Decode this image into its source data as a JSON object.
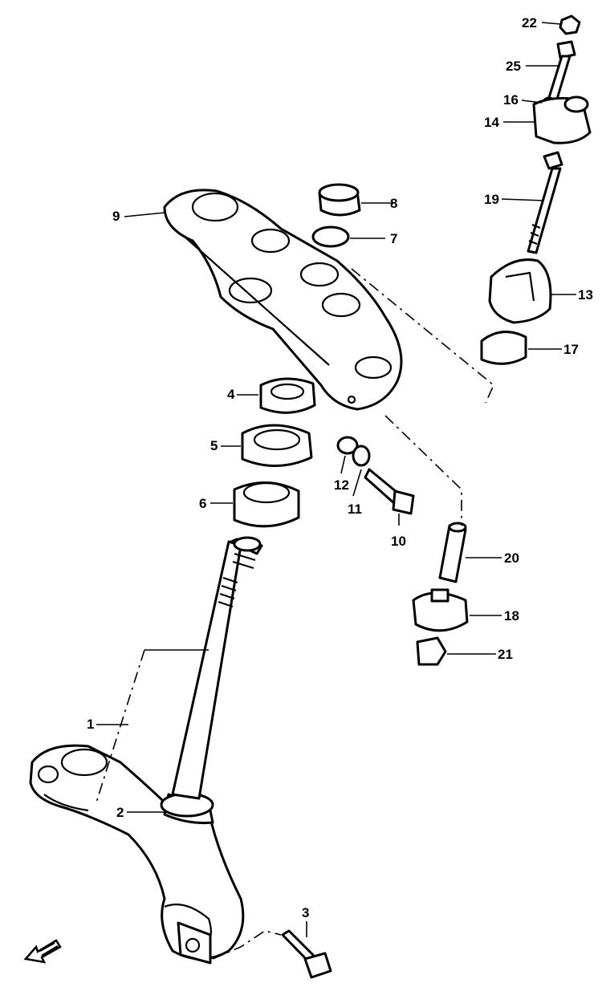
{
  "diagram": {
    "type": "exploded-parts",
    "callouts": [
      {
        "id": "1",
        "text": "1"
      },
      {
        "id": "2",
        "text": "2"
      },
      {
        "id": "3",
        "text": "3"
      },
      {
        "id": "4",
        "text": "4"
      },
      {
        "id": "5",
        "text": "5"
      },
      {
        "id": "6",
        "text": "6"
      },
      {
        "id": "7",
        "text": "7"
      },
      {
        "id": "8",
        "text": "8"
      },
      {
        "id": "9",
        "text": "9"
      },
      {
        "id": "10",
        "text": "10"
      },
      {
        "id": "11",
        "text": "11"
      },
      {
        "id": "12",
        "text": "12"
      },
      {
        "id": "13",
        "text": "13"
      },
      {
        "id": "14",
        "text": "14"
      },
      {
        "id": "16",
        "text": "16"
      },
      {
        "id": "17",
        "text": "17"
      },
      {
        "id": "18",
        "text": "18"
      },
      {
        "id": "19",
        "text": "19"
      },
      {
        "id": "20",
        "text": "20"
      },
      {
        "id": "21",
        "text": "21"
      },
      {
        "id": "22",
        "text": "22"
      },
      {
        "id": "25",
        "text": "25"
      }
    ],
    "front_indicator_icon": "front-arrow-icon"
  }
}
